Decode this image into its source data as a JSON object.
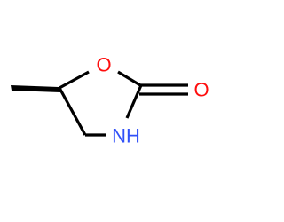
{
  "molecule": {
    "atoms": {
      "ring_oxygen": {
        "label": "O",
        "color": "#ff0d0d"
      },
      "carbonyl_oxygen": {
        "label": "O",
        "color": "#ff0d0d"
      },
      "ring_nitrogen": {
        "label": "NH",
        "color": "#3050f8"
      }
    },
    "bond_color": "#000000",
    "stereo_bond": "wedge"
  }
}
